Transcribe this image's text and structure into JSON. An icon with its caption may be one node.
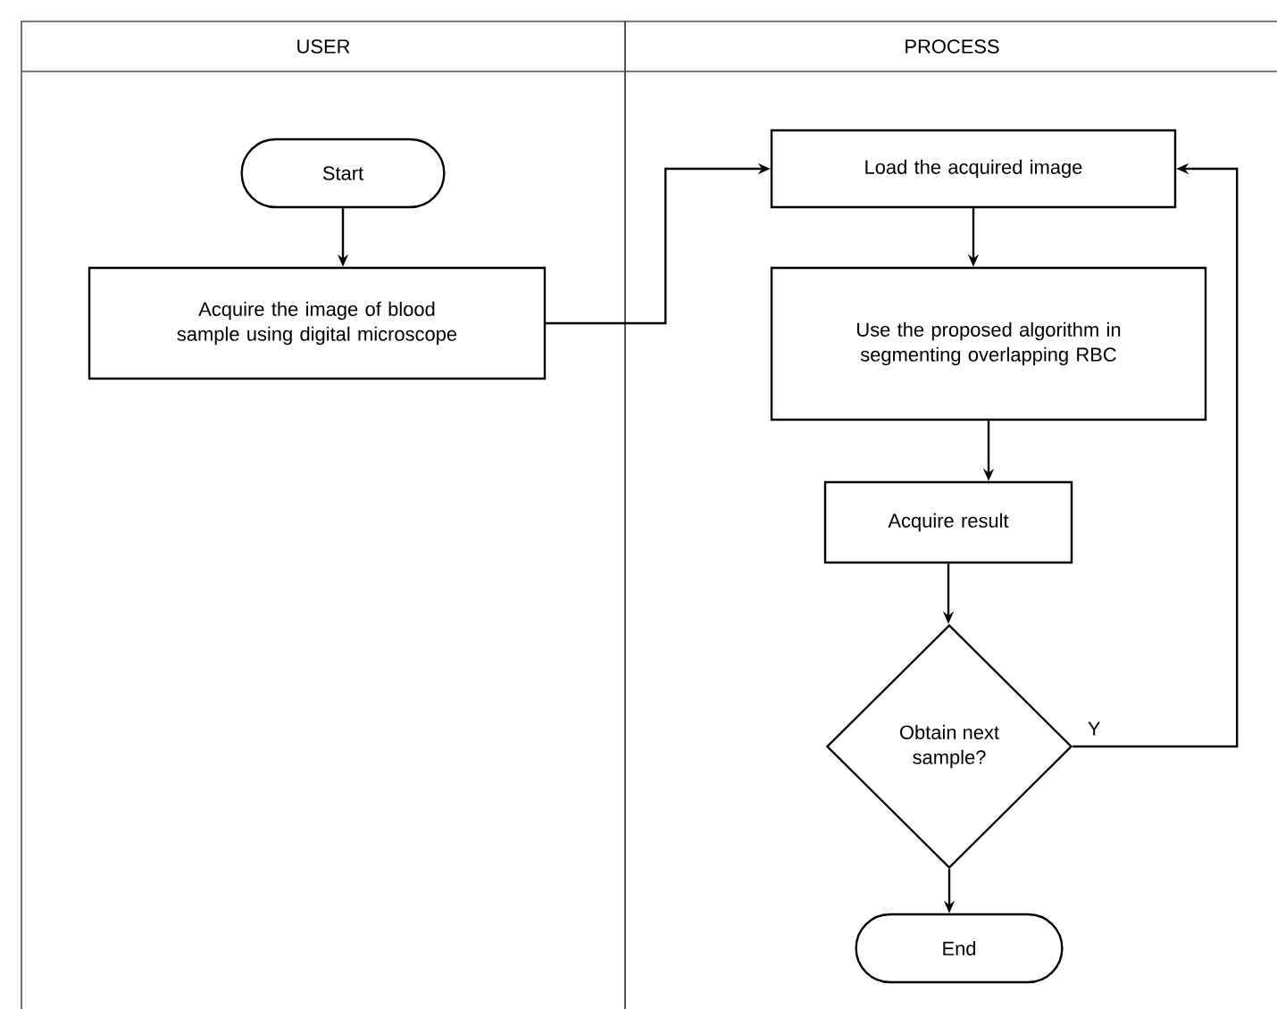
{
  "diagram": {
    "nodes": [
      {
        "text": [
          "USER"
        ]
      },
      {
        "text": [
          "PROCESS"
        ]
      },
      {
        "text": [
          "Start"
        ],
        "in": 0
      },
      {
        "text": [
          "Acquire the image of blood sample using digital microscope"
        ],
        "in": 0
      },
      {
        "text": [
          "Load the acquired image"
        ],
        "in": 1
      },
      {
        "text": [
          "Use the proposed algorithm in segmenting overlapping RBC"
        ],
        "in": 1
      },
      {
        "text": [
          "Acquire result"
        ],
        "in": 1
      },
      {
        "text": [
          "Obtain next sample?"
        ],
        "in": 1
      },
      {
        "text": [
          "End"
        ],
        "in": 1
      }
    ],
    "edges": [
      {
        "from": 2,
        "to": 3,
        "arrow": "to"
      },
      {
        "from": 3,
        "to": 4,
        "arrow": "to"
      },
      {
        "from": 4,
        "to": 5,
        "arrow": "to"
      },
      {
        "from": 5,
        "to": 6,
        "arrow": "to"
      },
      {
        "from": 6,
        "to": 7,
        "arrow": "to"
      },
      {
        "from": 7,
        "to": 4,
        "arrow": "to",
        "label": "Y"
      },
      {
        "from": 7,
        "to": 8,
        "arrow": "to"
      }
    ]
  }
}
